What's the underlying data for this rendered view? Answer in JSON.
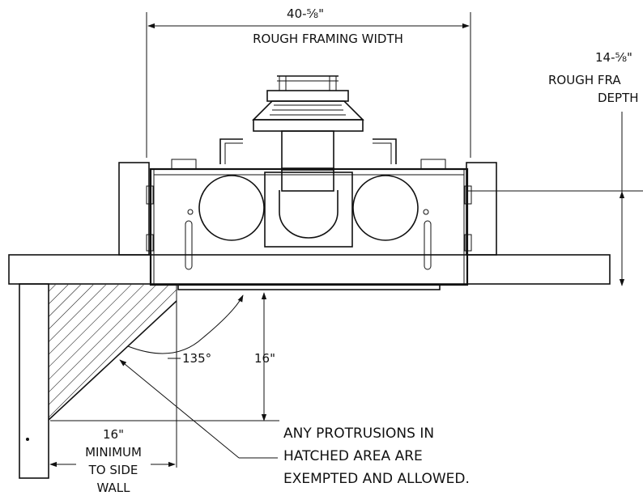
{
  "dimensions": {
    "width_value": "40-⅝\"",
    "width_label": "ROUGH FRAMING WIDTH",
    "depth_value": "14-⅝\"",
    "depth_label_1": "ROUGH FRA",
    "depth_label_2": "DEPTH",
    "angle": "135°",
    "clearance": "16\"",
    "side_value": "16\"",
    "side_label_1": "MINIMUM",
    "side_label_2": "TO SIDE",
    "side_label_3": "WALL"
  },
  "note": {
    "line1": "ANY PROTRUSIONS IN",
    "line2": "HATCHED AREA ARE",
    "line3": "EXEMPTED AND ALLOWED."
  }
}
